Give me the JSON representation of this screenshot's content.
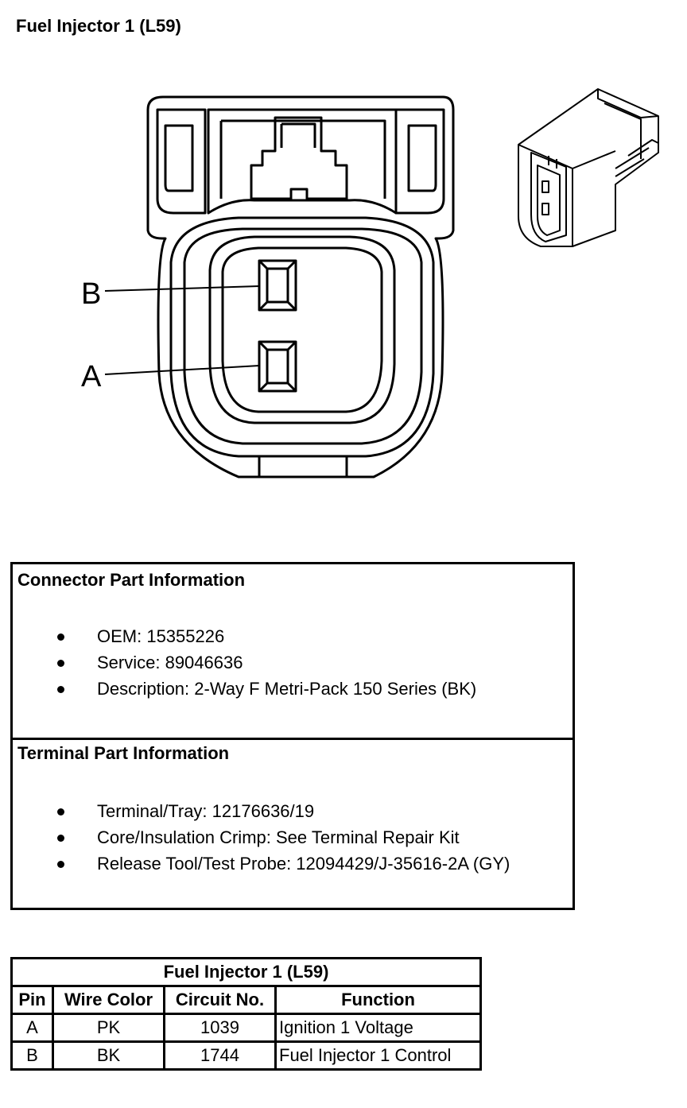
{
  "page_title": "Fuel Injector 1 (L59)",
  "diagram": {
    "pin_label_b": "B",
    "pin_label_a": "A"
  },
  "connector_info": {
    "heading": "Connector Part Information",
    "items": [
      "OEM: 15355226",
      "Service: 89046636",
      "Description: 2-Way F Metri-Pack 150 Series (BK)"
    ]
  },
  "terminal_info": {
    "heading": "Terminal Part Information",
    "items": [
      "Terminal/Tray: 12176636/19",
      "Core/Insulation Crimp: See Terminal Repair Kit",
      "Release Tool/Test Probe: 12094429/J-35616-2A (GY)"
    ]
  },
  "pin_table": {
    "title": "Fuel Injector 1 (L59)",
    "headers": [
      "Pin",
      "Wire Color",
      "Circuit No.",
      "Function"
    ],
    "rows": [
      [
        "A",
        "PK",
        "1039",
        "Ignition 1 Voltage"
      ],
      [
        "B",
        "BK",
        "1744",
        "Fuel Injector 1 Control"
      ]
    ]
  }
}
